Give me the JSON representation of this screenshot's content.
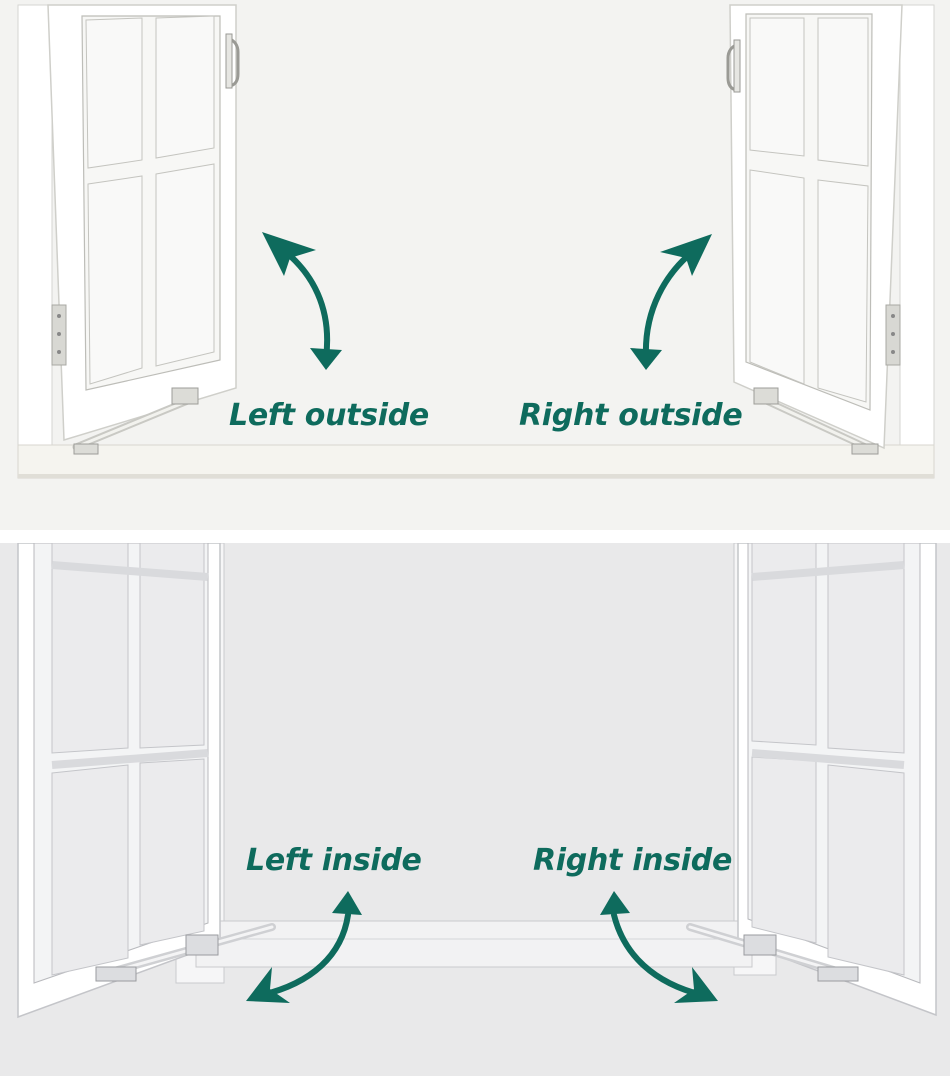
{
  "panels": {
    "top": {
      "labels": {
        "left": "Left outside",
        "right": "Right outside"
      }
    },
    "bottom": {
      "labels": {
        "left": "Left inside",
        "right": "Right inside"
      }
    }
  },
  "colors": {
    "accent": "#0e6b5d",
    "window_frame": "#ffffff",
    "top_background": "#f3f3f1",
    "bottom_background": "#e9e9ea",
    "hardware": "#c9c9c4"
  },
  "icons": [
    "curved-double-arrow-icon",
    "window-stay-hardware-icon",
    "window-handle-icon",
    "hinge-icon"
  ]
}
